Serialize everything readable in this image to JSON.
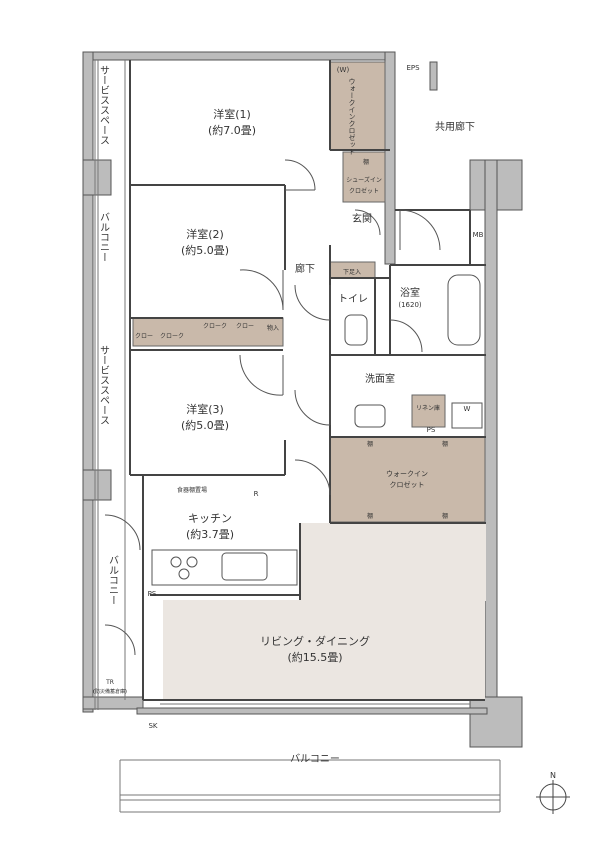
{
  "rooms": {
    "bedroom1": {
      "name": "洋室(1)",
      "size": "(約7.0畳)"
    },
    "bedroom2": {
      "name": "洋室(2)",
      "size": "(約5.0畳)"
    },
    "bedroom3": {
      "name": "洋室(3)",
      "size": "(約5.0畳)"
    },
    "kitchen": {
      "name": "キッチン",
      "size": "(約3.7畳)"
    },
    "living": {
      "name": "リビング・ダイニング",
      "size": "(約15.5畳)"
    },
    "bath": {
      "name": "浴室",
      "size": "(1620)"
    },
    "washroom": {
      "name": "洗面室"
    },
    "toilet": {
      "name": "トイレ"
    },
    "entrance": {
      "name": "玄関"
    },
    "hallway": {
      "name": "廊下"
    },
    "common_corridor": {
      "name": "共用廊下"
    }
  },
  "storage": {
    "wic_top": "ウォークインクロゼット",
    "wic_top_mark": "(W)",
    "shoe_closet_line1": "シューズイン",
    "shoe_closet_line2": "クロゼット",
    "shoe_shelf": "下足入",
    "wic_main_line1": "ウォークイン",
    "wic_main_line2": "クロゼット",
    "closet": "クローク",
    "closet_short": "クロー",
    "storage_room": "物入",
    "linen": "リネン庫",
    "washer": "W",
    "dish_storage": "食器棚置場",
    "fridge": "R",
    "shelf": "棚"
  },
  "outside": {
    "service_space_top": "サービススペース",
    "service_space_mid": "サービススペース",
    "balcony_left_top": "バルコニー",
    "balcony_left_bottom": "バルコニー",
    "balcony_bottom": "バルコニー",
    "tr_line1": "TR",
    "tr_line2": "(防災備蓄倉庫)"
  },
  "equipment": {
    "eps": "EPS",
    "mb": "MB",
    "ps_kitchen": "PS",
    "ps_wash": "PS",
    "sk": "SK",
    "compass_n": "N"
  }
}
